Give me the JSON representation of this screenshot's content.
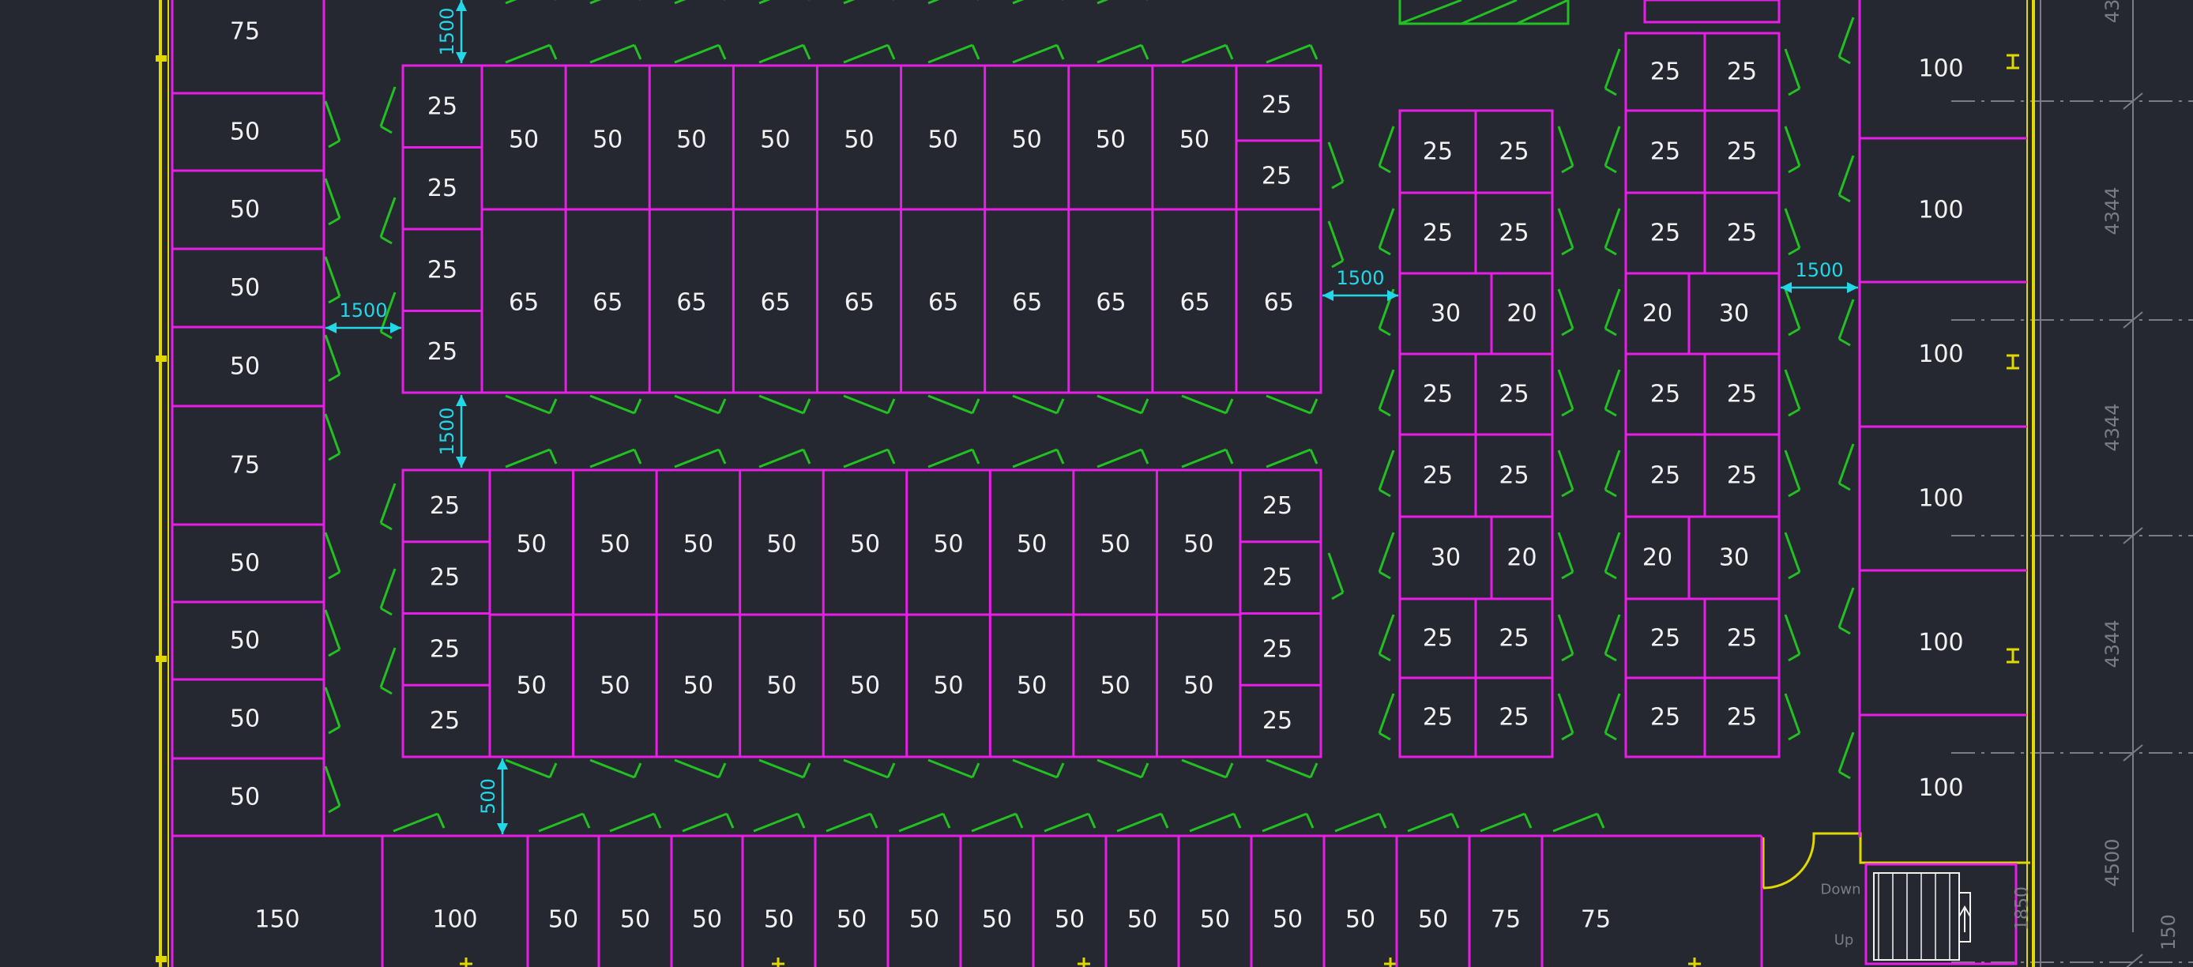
{
  "colors": {
    "background": "#252830",
    "wall": "#e81ee8",
    "door": "#22c022",
    "dimension": "#22d8e8",
    "outline": "#e0d800",
    "grid": "#7a7d85",
    "label": "#f2f2f2"
  },
  "left_column_labels": [
    "75",
    "50",
    "50",
    "50",
    "50",
    "75",
    "50",
    "50",
    "50",
    "50"
  ],
  "block_a": {
    "left_small": [
      "25",
      "25",
      "25",
      "25"
    ],
    "top_row": [
      "50",
      "50",
      "50",
      "50",
      "50",
      "50",
      "50",
      "50",
      "50"
    ],
    "bottom_row": [
      "65",
      "65",
      "65",
      "65",
      "65",
      "65",
      "65",
      "65",
      "65",
      "65"
    ],
    "right_small": [
      "25",
      "25"
    ]
  },
  "block_b": {
    "left_small": [
      "25",
      "25",
      "25",
      "25"
    ],
    "top_row": [
      "50",
      "50",
      "50",
      "50",
      "50",
      "50",
      "50",
      "50",
      "50"
    ],
    "bottom_row": [
      "50",
      "50",
      "50",
      "50",
      "50",
      "50",
      "50",
      "50",
      "50"
    ],
    "right_small": [
      "25",
      "25",
      "25",
      "25"
    ]
  },
  "block_c_rows": [
    [
      "25",
      "25"
    ],
    [
      "25",
      "25"
    ],
    [
      "30",
      "20"
    ],
    [
      "25",
      "25"
    ],
    [
      "25",
      "25"
    ],
    [
      "30",
      "20"
    ],
    [
      "25",
      "25"
    ],
    [
      "25",
      "25"
    ]
  ],
  "block_d_rows": [
    [
      "25",
      "25"
    ],
    [
      "25",
      "25"
    ],
    [
      "25",
      "25"
    ],
    [
      "20",
      "30"
    ],
    [
      "25",
      "25"
    ],
    [
      "25",
      "25"
    ],
    [
      "20",
      "30"
    ],
    [
      "25",
      "25"
    ],
    [
      "25",
      "25"
    ]
  ],
  "right_column_labels": [
    "100",
    "100",
    "100",
    "100",
    "100",
    "100"
  ],
  "bottom_row_labels": [
    "150",
    "100",
    "50",
    "50",
    "50",
    "50",
    "50",
    "50",
    "50",
    "50",
    "50",
    "50",
    "50",
    "50",
    "50",
    "75",
    "75"
  ],
  "dimensions": {
    "top_gap": "1500",
    "left_gap": "1500",
    "middle_gap": "1500",
    "lower_gap": "500",
    "block_c_gap": "1500",
    "right_gap": "1500",
    "axis_labels": [
      "4344",
      "4344",
      "4344",
      "4500"
    ],
    "axis_cut_label": "43",
    "stair_dim": "1850",
    "corner_dim": "150"
  },
  "stair": {
    "down_label": "Down",
    "up_label": "Up"
  }
}
